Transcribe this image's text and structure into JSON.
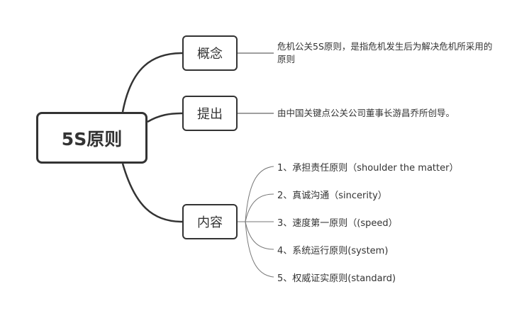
{
  "colors": {
    "line": "#333333",
    "branch_line": "#555555",
    "leaf_line": "#777777",
    "text": "#333333"
  },
  "root": {
    "label": "5S原则"
  },
  "branches": [
    {
      "label": "概念",
      "leaf": "危机公关5S原则，是指危机发生后为解决危机所采用的原则"
    },
    {
      "label": "提出",
      "leaf": "由中国关键点公关公司董事长游昌乔所创导。"
    },
    {
      "label": "内容",
      "items": [
        "1、承担责任原则（shoulder the matter）",
        "2、真诚沟通（sincerity）",
        "3、速度第一原则（(speed）",
        "4、系统运行原则(system)",
        "5、权威证实原则(standard)"
      ]
    }
  ]
}
